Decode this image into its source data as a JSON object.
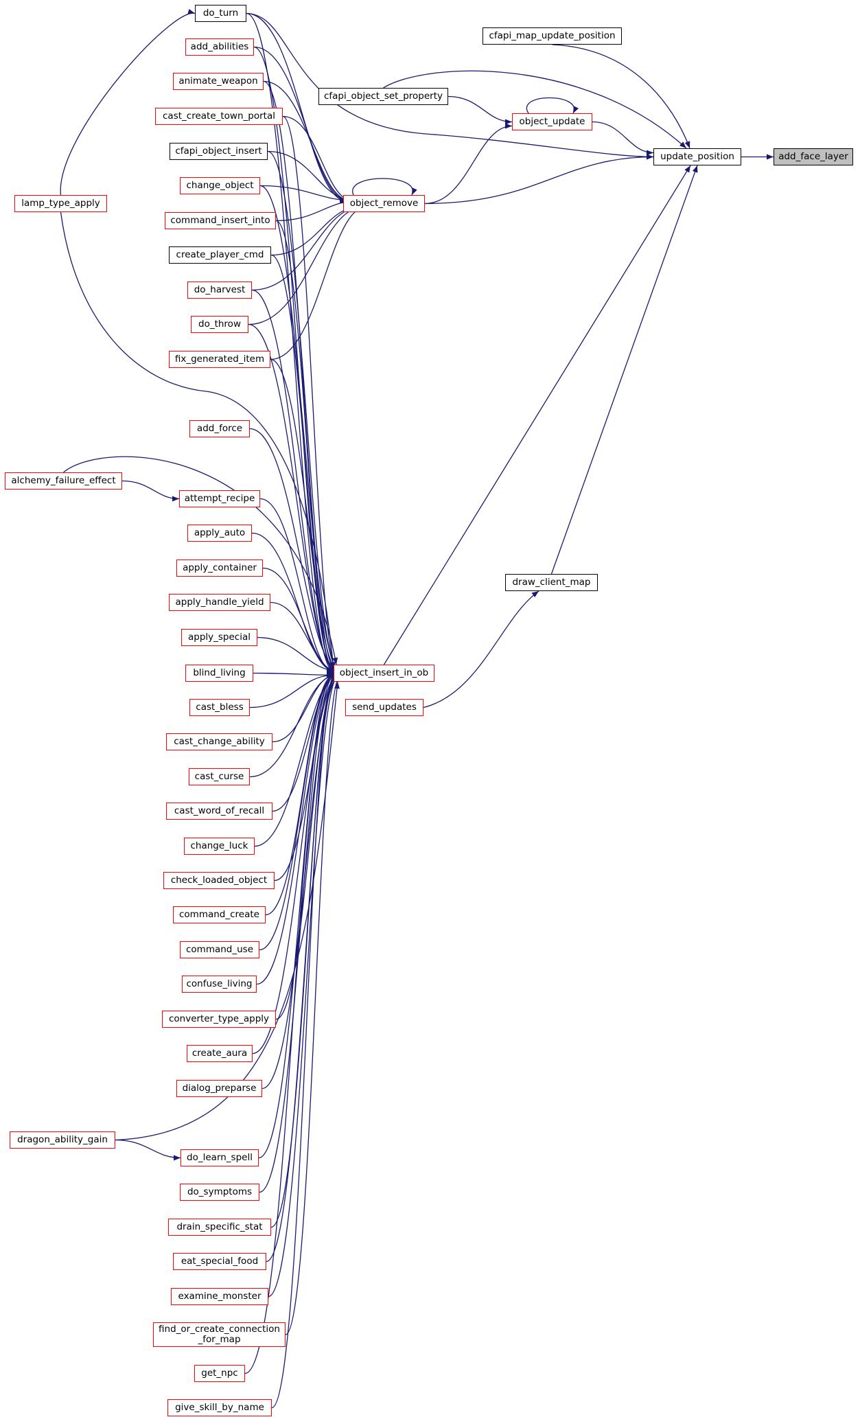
{
  "colors": {
    "edge": "#191970",
    "border_red": "#ff0000",
    "border_black": "#000000",
    "selected_fill": "#bfbfbf"
  },
  "nodes": {
    "add_face_layer": "add_face_layer",
    "update_position": "update_position",
    "cfapi_map_update_position": "cfapi_map_update_position",
    "cfapi_object_set_property": "cfapi_object_set_property",
    "object_update": "object_update",
    "object_remove": "object_remove",
    "object_insert_in_ob": "object_insert_in_ob",
    "draw_client_map": "draw_client_map",
    "send_updates": "send_updates",
    "do_turn": "do_turn",
    "add_abilities": "add_abilities",
    "animate_weapon": "animate_weapon",
    "cast_create_town_portal": "cast_create_town_portal",
    "cfapi_object_insert": "cfapi_object_insert",
    "change_object": "change_object",
    "command_insert_into": "command_insert_into",
    "create_player_cmd": "create_player_cmd",
    "do_harvest": "do_harvest",
    "do_throw": "do_throw",
    "fix_generated_item": "fix_generated_item",
    "lamp_type_apply": "lamp_type_apply",
    "add_force": "add_force",
    "alchemy_failure_effect": "alchemy_failure_effect",
    "attempt_recipe": "attempt_recipe",
    "apply_auto": "apply_auto",
    "apply_container": "apply_container",
    "apply_handle_yield": "apply_handle_yield",
    "apply_special": "apply_special",
    "blind_living": "blind_living",
    "cast_bless": "cast_bless",
    "cast_change_ability": "cast_change_ability",
    "cast_curse": "cast_curse",
    "cast_word_of_recall": "cast_word_of_recall",
    "change_luck": "change_luck",
    "check_loaded_object": "check_loaded_object",
    "command_create": "command_create",
    "command_use": "command_use",
    "confuse_living": "confuse_living",
    "converter_type_apply": "converter_type_apply",
    "create_aura": "create_aura",
    "dialog_preparse": "dialog_preparse",
    "dragon_ability_gain": "dragon_ability_gain",
    "do_learn_spell": "do_learn_spell",
    "do_symptoms": "do_symptoms",
    "drain_specific_stat": "drain_specific_stat",
    "eat_special_food": "eat_special_food",
    "examine_monster": "examine_monster",
    "find_or_create_connection_for_map": "find_or_create_connection\n_for_map",
    "get_npc": "get_npc",
    "give_skill_by_name": "give_skill_by_name"
  }
}
